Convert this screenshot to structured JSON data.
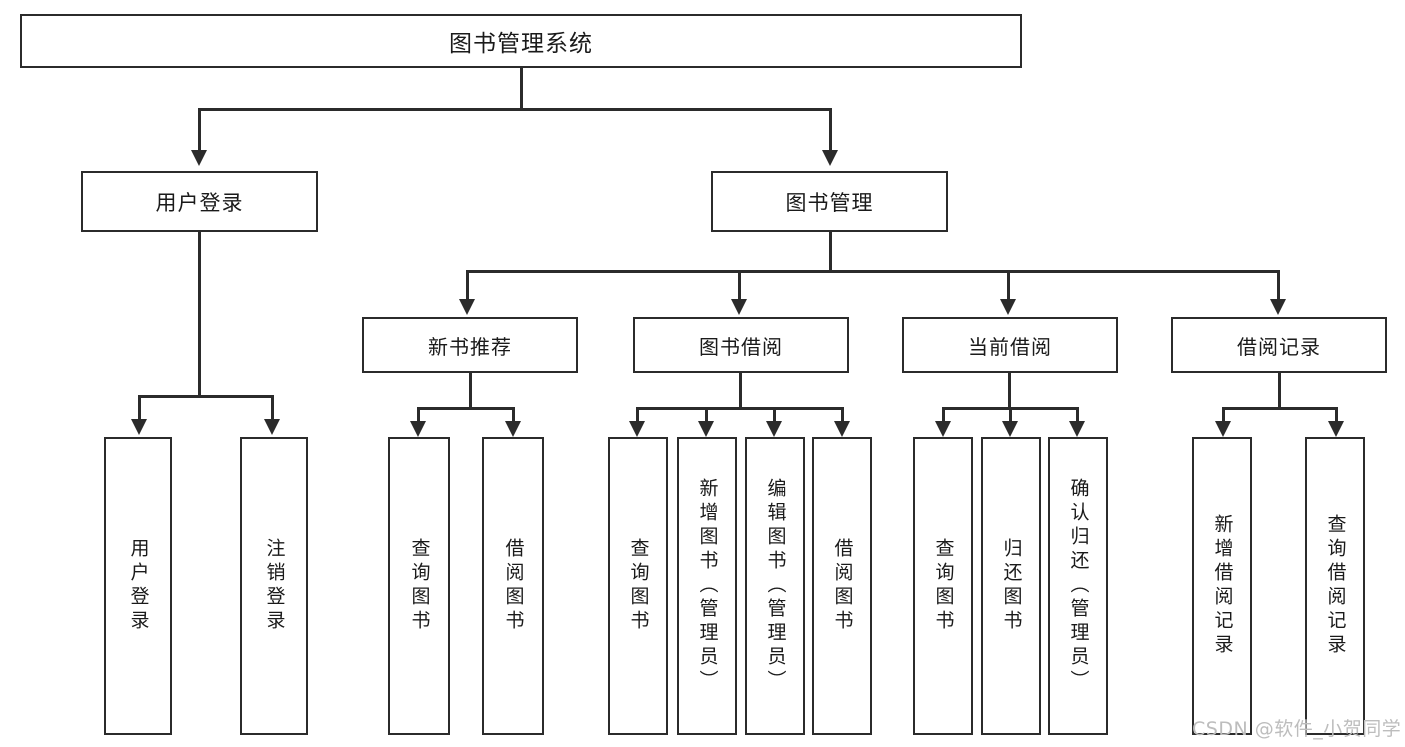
{
  "diagram": {
    "type": "tree-hierarchy",
    "title": "图书管理系统",
    "root": {
      "id": "root",
      "label": "图书管理系统",
      "level": 0
    },
    "level1": [
      {
        "id": "user-login",
        "label": "用户登录",
        "level": 1
      },
      {
        "id": "book-manage",
        "label": "图书管理",
        "level": 1
      }
    ],
    "level2": [
      {
        "id": "new-book-rec",
        "label": "新书推荐",
        "level": 2,
        "parent": "book-manage"
      },
      {
        "id": "book-borrow",
        "label": "图书借阅",
        "level": 2,
        "parent": "book-manage"
      },
      {
        "id": "current-borrow",
        "label": "当前借阅",
        "level": 2,
        "parent": "book-manage"
      },
      {
        "id": "borrow-record",
        "label": "借阅记录",
        "level": 2,
        "parent": "book-manage"
      }
    ],
    "leaves": {
      "user_login": [
        {
          "id": "leaf-user-login",
          "label": "用户登录"
        },
        {
          "id": "leaf-user-logout",
          "label": "注销登录"
        }
      ],
      "new_book_rec": [
        {
          "id": "leaf-query-book-1",
          "label": "查询图书"
        },
        {
          "id": "leaf-borrow-book-1",
          "label": "借阅图书"
        }
      ],
      "book_borrow": [
        {
          "id": "leaf-query-book-2",
          "label": "查询图书"
        },
        {
          "id": "leaf-add-book",
          "label": "新增图书（管理员）"
        },
        {
          "id": "leaf-edit-book",
          "label": "编辑图书（管理员）"
        },
        {
          "id": "leaf-borrow-book-2",
          "label": "借阅图书"
        }
      ],
      "current_borrow": [
        {
          "id": "leaf-query-book-3",
          "label": "查询图书"
        },
        {
          "id": "leaf-return-book",
          "label": "归还图书"
        },
        {
          "id": "leaf-confirm-return",
          "label": "确认归还（管理员）"
        }
      ],
      "borrow_record": [
        {
          "id": "leaf-add-record",
          "label": "新增借阅记录"
        },
        {
          "id": "leaf-query-record",
          "label": "查询借阅记录"
        }
      ]
    }
  },
  "watermark": {
    "text": "CSDN @软件_小贺同学"
  },
  "colors": {
    "stroke": "#2b2b2b",
    "background": "#ffffff",
    "text": "#1a1a1a",
    "watermark": "#bdbdbd"
  }
}
